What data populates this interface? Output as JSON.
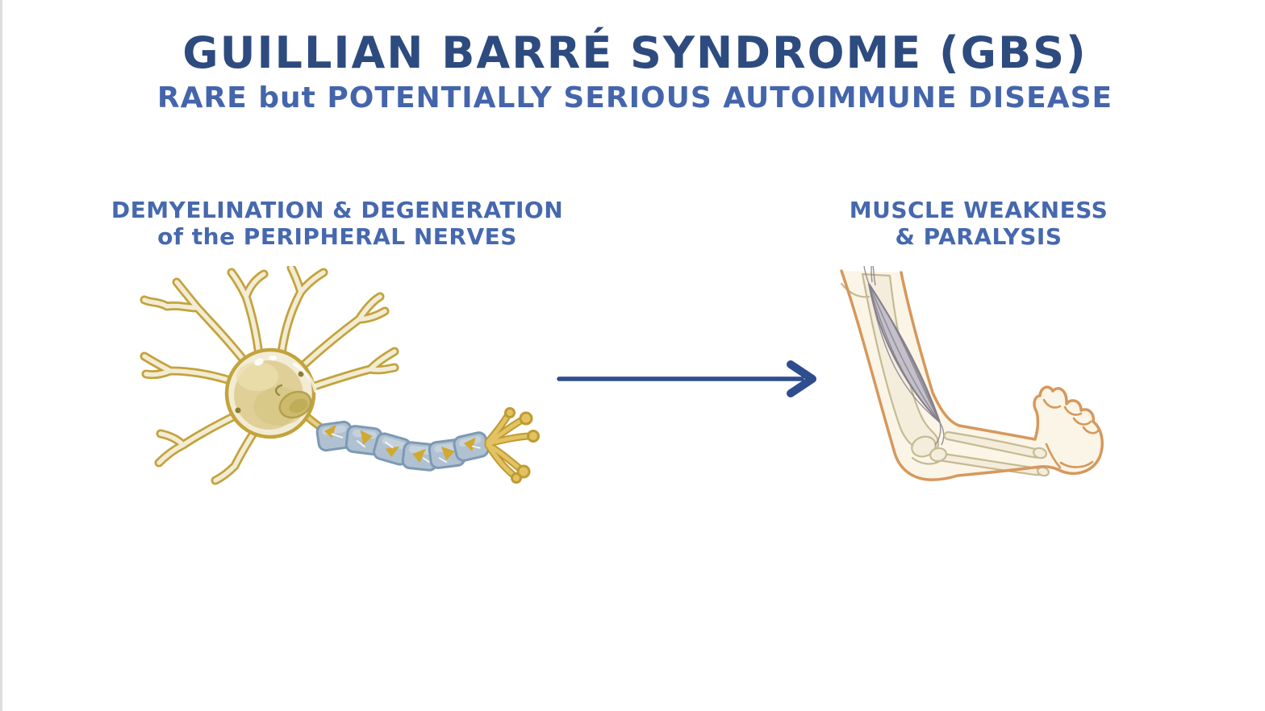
{
  "header": {
    "title": "GUILLIAN BARRÉ SYNDROME (GBS)",
    "subtitle": "RARE but POTENTIALLY SERIOUS AUTOIMMUNE DISEASE"
  },
  "cause_label": {
    "line1": "DEMYELINATION & DEGENERATION",
    "line2": "of the PERIPHERAL NERVES"
  },
  "effect_label": {
    "line1": "MUSCLE WEAKNESS",
    "line2": "& PARALYSIS"
  },
  "illustrations": {
    "neuron": "peripheral nerve neuron with damaged, cracked myelin sheath segments on the axon",
    "arrow": "right-arrow",
    "arm": "bent arm with clenched fist, cutaway showing bones and weakened gray muscle"
  },
  "colors": {
    "c_title": "#2d4b7f",
    "c_subtitle": "#4465ab",
    "c_label": "#4668ae",
    "c_arrow": "#2e4d8e",
    "c_neuron_outline": "#c3a33b",
    "c_neuron_fill": "#f2ecd6",
    "c_soma_body": "#e0d098",
    "c_nucleus": "#cdbb6b",
    "c_myelin_fill": "#b0c1d1",
    "c_myelin_outline": "#7d99b4",
    "c_axon_yellow": "#d2a92f",
    "c_arm_outline": "#d6985c",
    "c_arm_fill": "#fbf5e7",
    "c_bone_outline": "#c5ba93",
    "c_bone_fill": "#f4eddc",
    "c_muscle_fill": "#c4c0ca",
    "c_muscle_line": "#847f8b",
    "c_background": "#ffffff"
  }
}
